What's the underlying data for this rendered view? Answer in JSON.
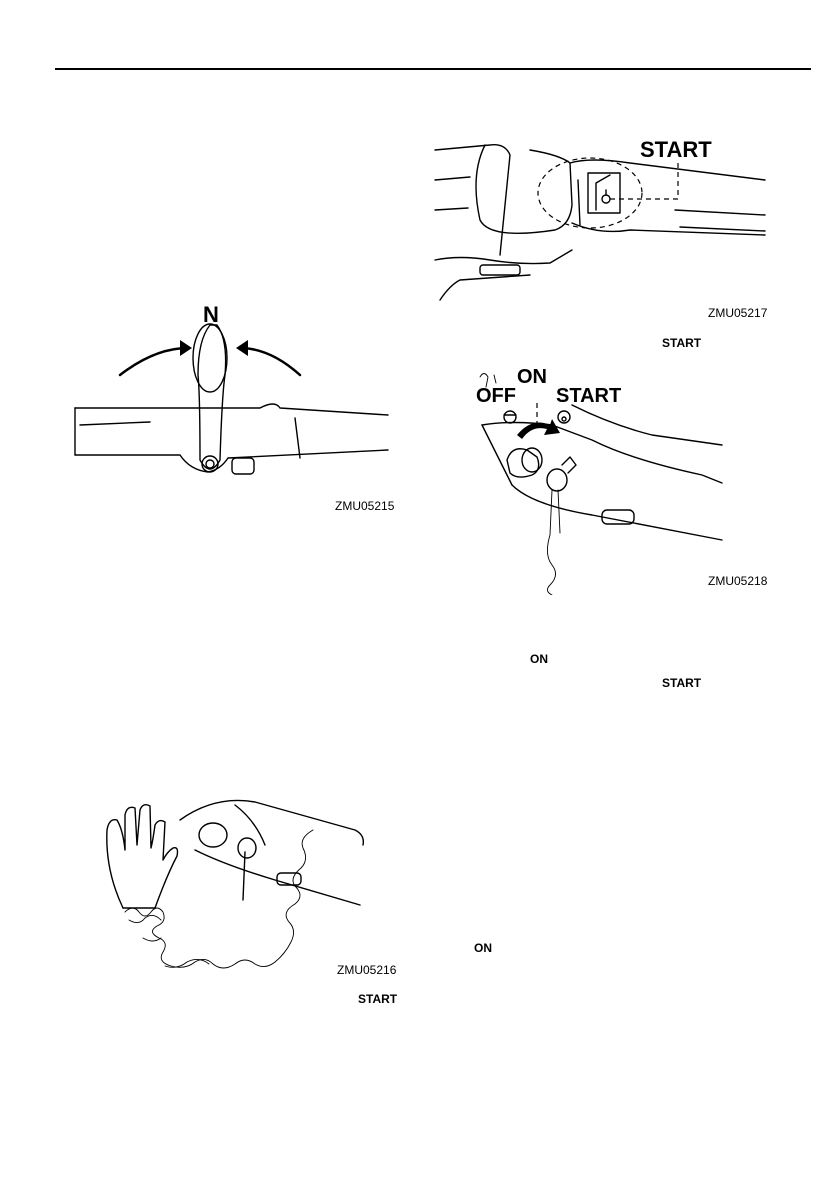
{
  "figures": {
    "fig1": {
      "code": "ZMU05215",
      "label_n": "N"
    },
    "fig2": {
      "code": "ZMU05216"
    },
    "fig3": {
      "code": "ZMU05217",
      "label_start": "START"
    },
    "fig4": {
      "code": "ZMU05218",
      "label_off": "OFF",
      "label_on": "ON",
      "label_start": "START"
    }
  },
  "inline_text": {
    "start_1": "START",
    "on_1": "ON",
    "start_2": "START",
    "on_2": "ON",
    "start_3": "START"
  }
}
